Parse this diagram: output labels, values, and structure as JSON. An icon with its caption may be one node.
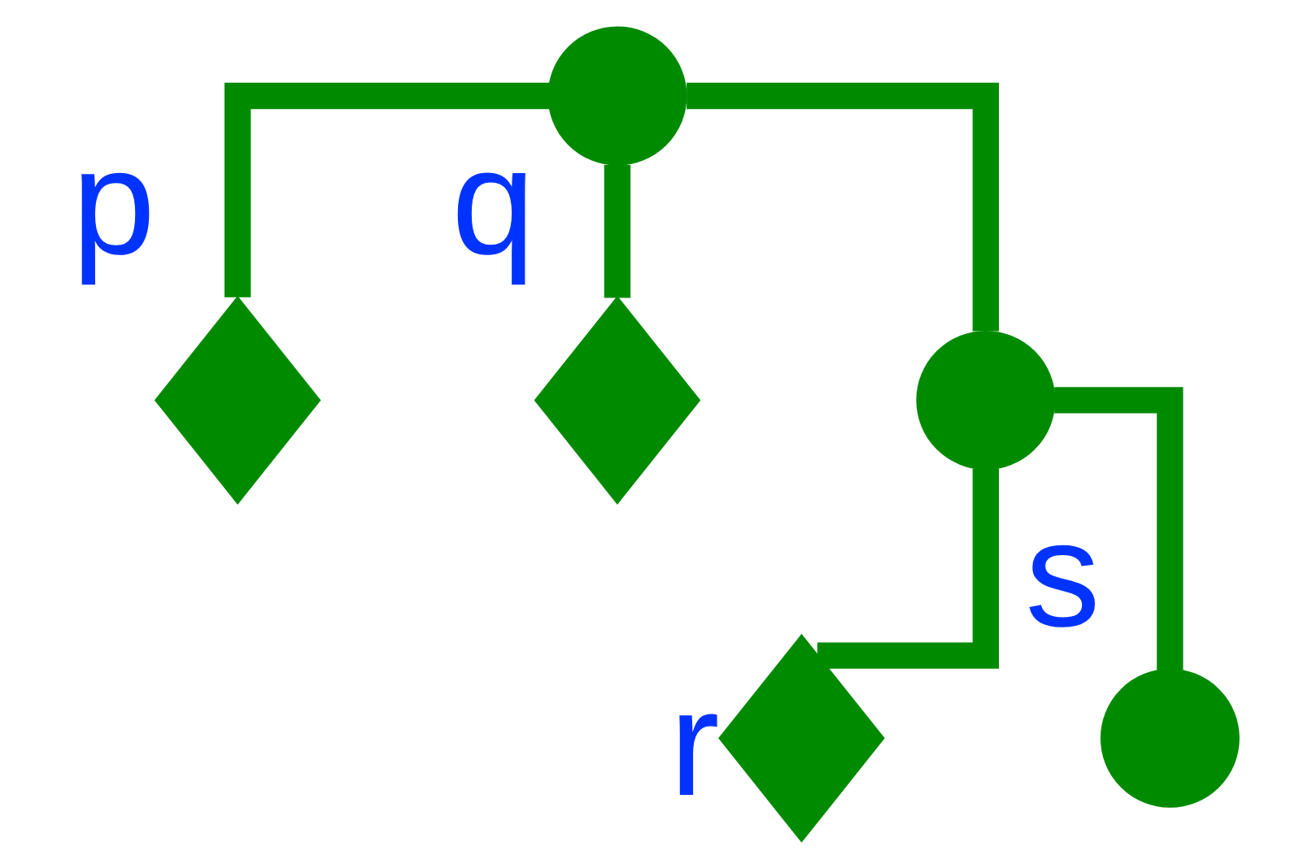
{
  "diagram": {
    "nodes": [
      {
        "text": [
          "p"
        ]
      },
      {
        "text": [],
        "shape": "circle"
      },
      {
        "text": [
          "q"
        ]
      },
      {
        "text": [],
        "shape": "circle"
      },
      {
        "text": [
          "r"
        ]
      },
      {
        "text": [
          "s"
        ]
      }
    ],
    "edges": [
      {
        "from": 1,
        "to": 0,
        "arrow": "none"
      },
      {
        "from": 1,
        "to": 2,
        "arrow": "none"
      },
      {
        "from": 1,
        "to": 3,
        "arrow": "none"
      },
      {
        "from": 3,
        "to": 4,
        "arrow": "none"
      },
      {
        "from": 3,
        "to": 5,
        "arrow": "none"
      }
    ]
  }
}
